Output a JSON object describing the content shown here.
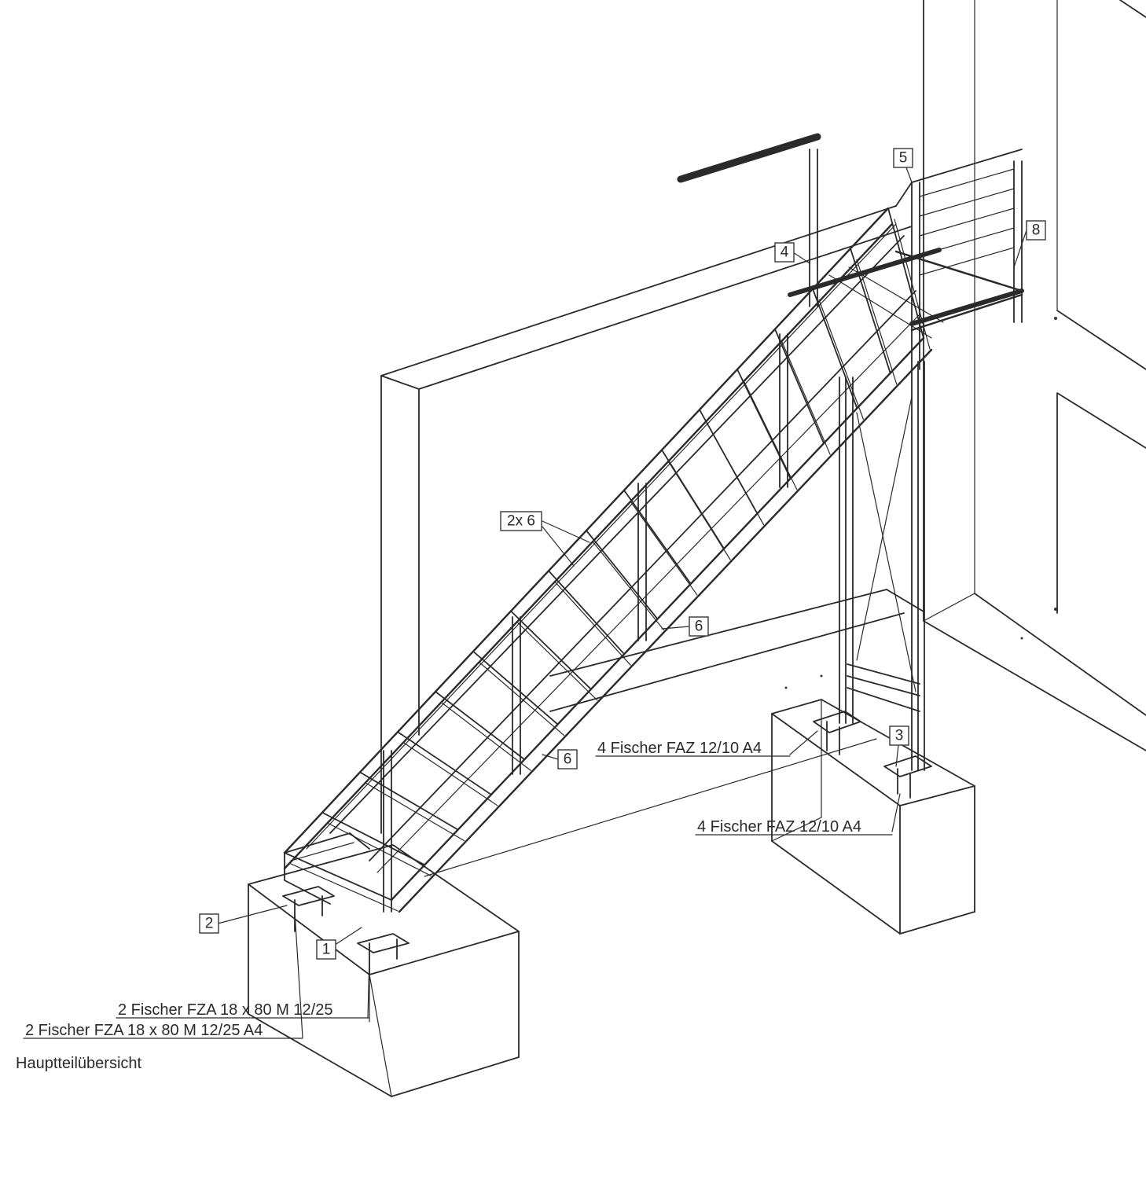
{
  "drawing": {
    "title": "Hauptteilübersicht",
    "position_marks": [
      {
        "id": "mark-1",
        "label": "1"
      },
      {
        "id": "mark-2",
        "label": "2"
      },
      {
        "id": "mark-3",
        "label": "3"
      },
      {
        "id": "mark-4",
        "label": "4"
      },
      {
        "id": "mark-5",
        "label": "5"
      },
      {
        "id": "mark-2x6",
        "label": "2x 6"
      },
      {
        "id": "mark-6a",
        "label": "6"
      },
      {
        "id": "mark-6b",
        "label": "6"
      },
      {
        "id": "mark-8",
        "label": "8"
      }
    ],
    "anchor_notes": [
      {
        "id": "anchor-note-faz-upper",
        "text": "4 Fischer FAZ 12/10 A4"
      },
      {
        "id": "anchor-note-faz-lower",
        "text": "4 Fischer FAZ 12/10 A4"
      },
      {
        "id": "anchor-note-fza",
        "text": "2 Fischer FZA 18 x 80 M 12/25"
      },
      {
        "id": "anchor-note-fza-a4",
        "text": "2 Fischer FZA 18 x 80 M 12/25 A4"
      }
    ],
    "colors": {
      "line": "#2a2a2a",
      "background": "#ffffff"
    }
  }
}
